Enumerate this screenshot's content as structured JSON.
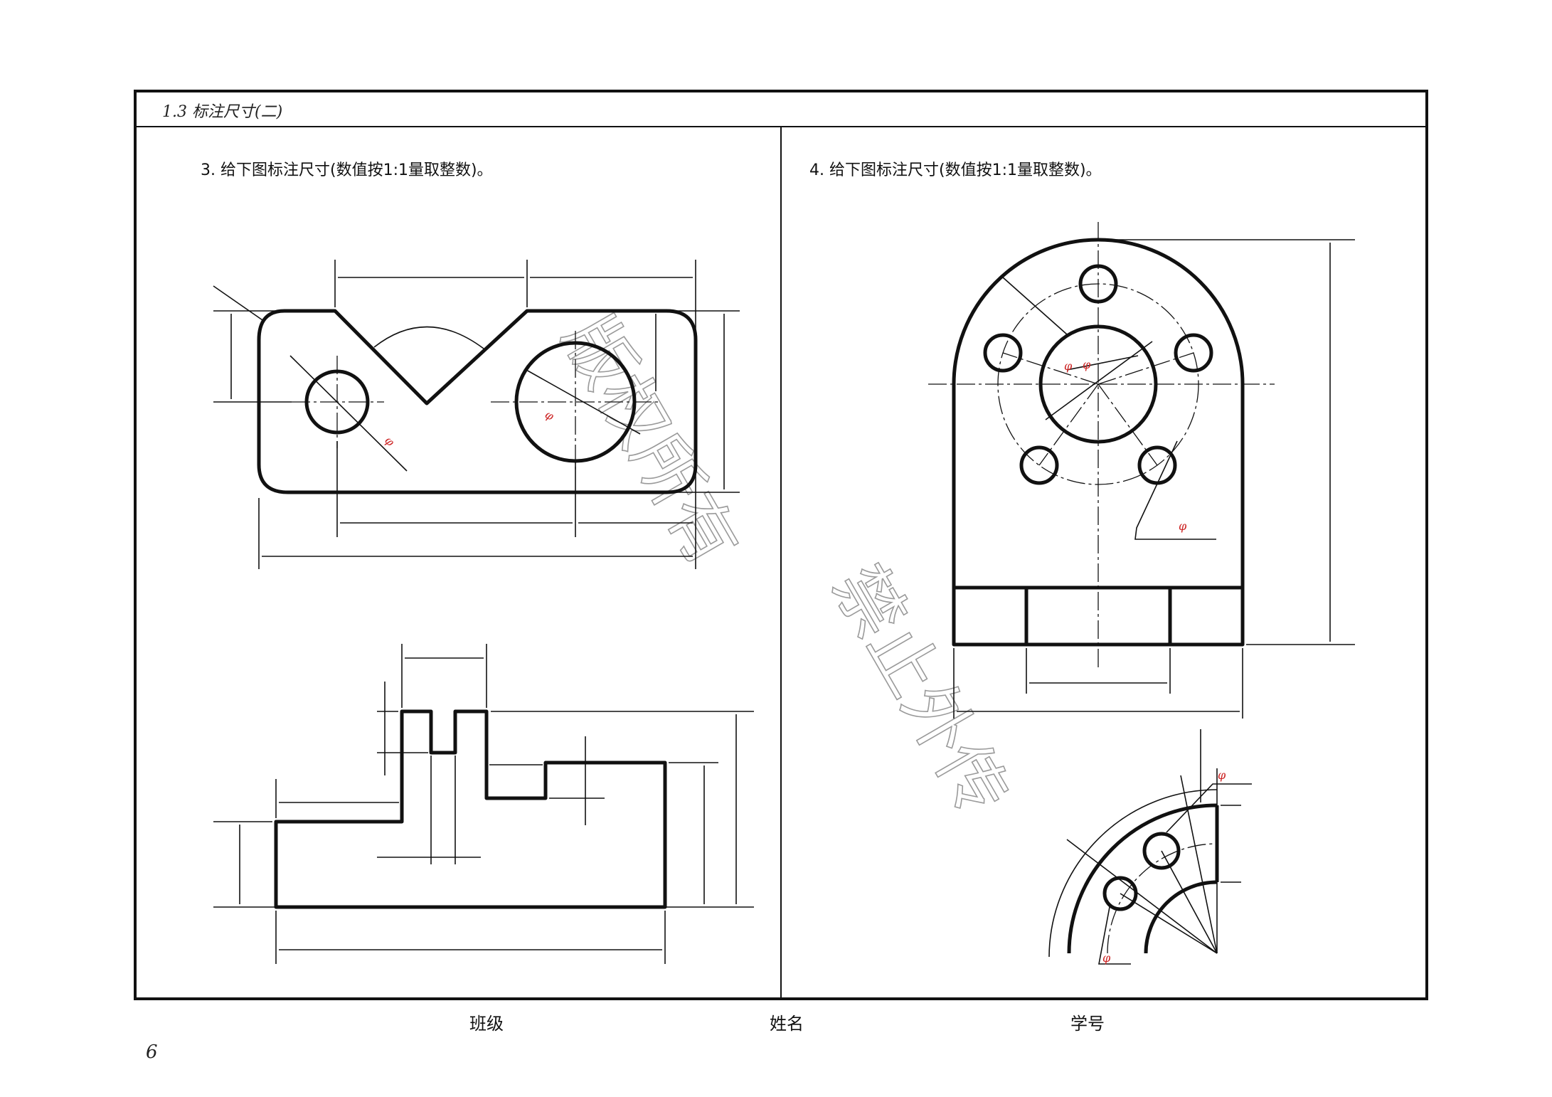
{
  "header": {
    "section_title": "1.3  标注尺寸(二)"
  },
  "problems": {
    "left_prompt": "3. 给下图标注尺寸(数值按1:1量取整数)。",
    "right_prompt": "4. 给下图标注尺寸(数值按1:1量取整数)。"
  },
  "footer": {
    "class_label": "班级",
    "name_label": "姓名",
    "id_label": "学号",
    "page_number": "6"
  },
  "watermark": {
    "text_a": "版权所有",
    "text_b": "禁止外传"
  },
  "annotations": {
    "phi": "φ"
  },
  "colors": {
    "line": "#111111",
    "phi_mark": "#cc2222",
    "watermark": "#9a9a9a"
  }
}
